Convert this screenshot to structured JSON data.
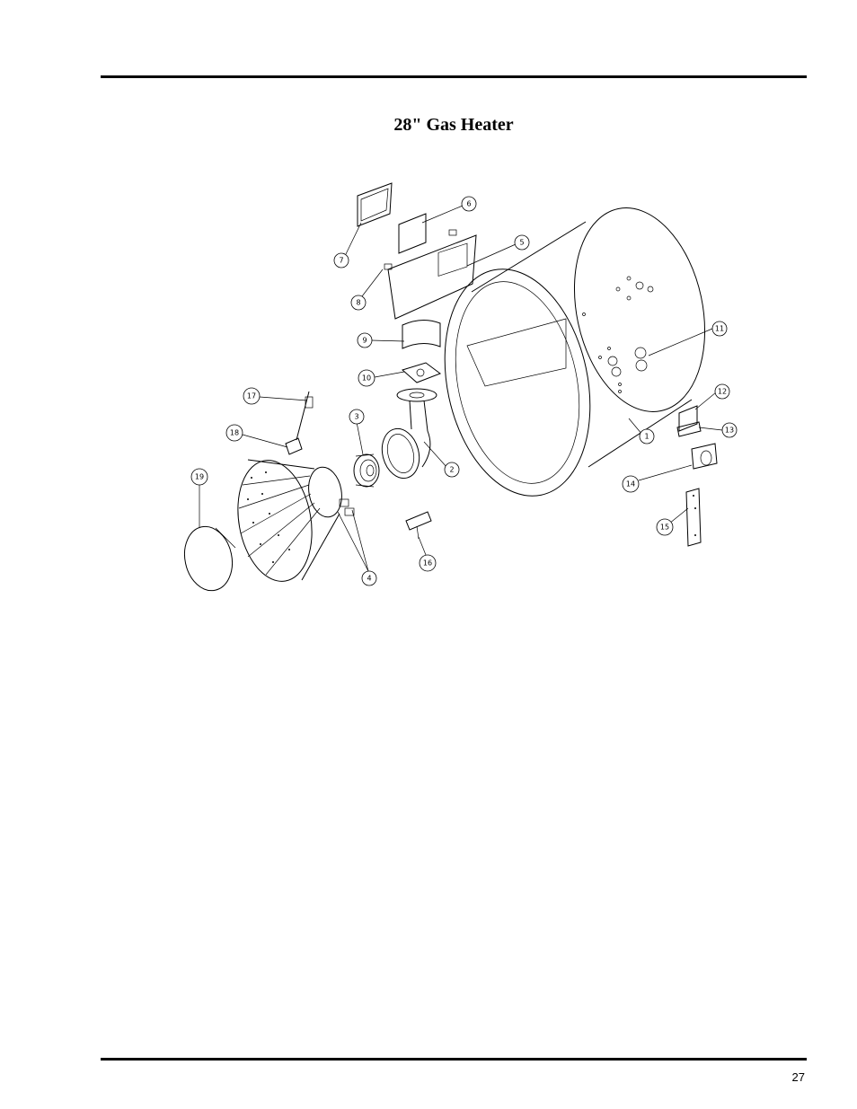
{
  "document": {
    "title": "28\" Gas Heater",
    "page_number": "27"
  },
  "callouts": [
    {
      "label": "1"
    },
    {
      "label": "2"
    },
    {
      "label": "3"
    },
    {
      "label": "4"
    },
    {
      "label": "5"
    },
    {
      "label": "6"
    },
    {
      "label": "7"
    },
    {
      "label": "8"
    },
    {
      "label": "9"
    },
    {
      "label": "10"
    },
    {
      "label": "11"
    },
    {
      "label": "12"
    },
    {
      "label": "13"
    },
    {
      "label": "14"
    },
    {
      "label": "15"
    },
    {
      "label": "16"
    },
    {
      "label": "17"
    },
    {
      "label": "18"
    },
    {
      "label": "19"
    }
  ]
}
